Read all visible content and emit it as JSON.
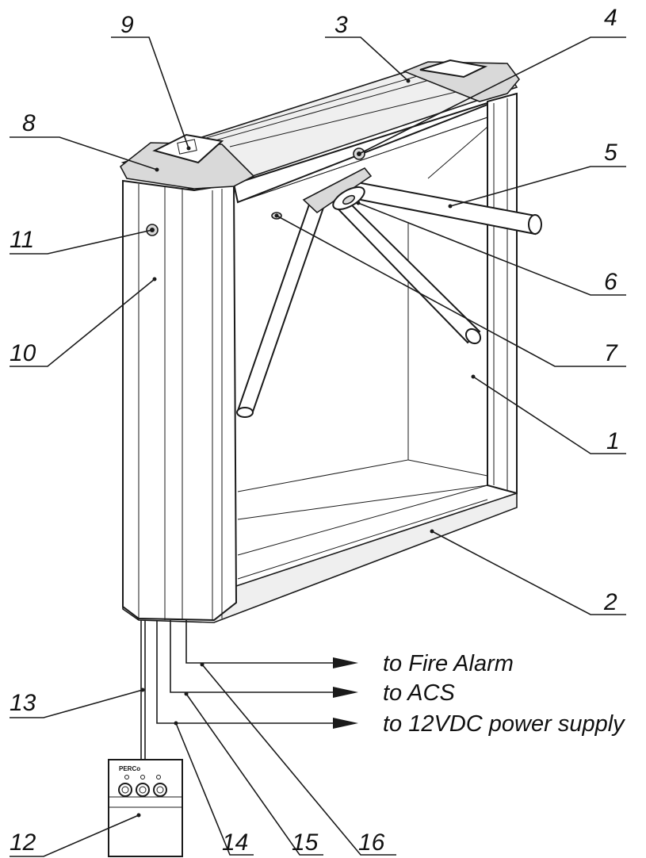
{
  "callouts": [
    "1",
    "2",
    "3",
    "4",
    "5",
    "6",
    "7",
    "8",
    "9",
    "10",
    "11",
    "12",
    "13",
    "14",
    "15",
    "16"
  ],
  "connections": {
    "fire_alarm": "to Fire Alarm",
    "acs": "to ACS",
    "power": "to 12VDC power supply"
  },
  "remote_logo": "PERCo"
}
